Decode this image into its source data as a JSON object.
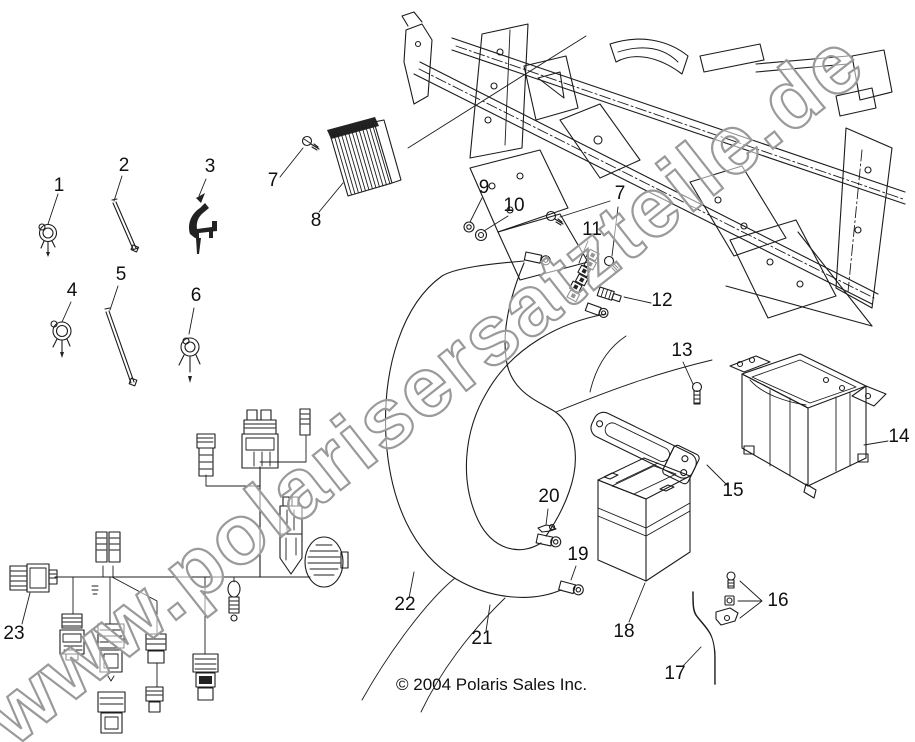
{
  "page": {
    "background": "#ffffff"
  },
  "diagram": {
    "watermark": "www.polarisersatzteile.de",
    "copyright": "© 2004 Polaris Sales Inc.",
    "line_color": "#1c1c1c",
    "watermark_stroke": "#9a9a9a"
  },
  "callouts": [
    {
      "label": "1"
    },
    {
      "label": "2"
    },
    {
      "label": "3"
    },
    {
      "label": "4"
    },
    {
      "label": "5"
    },
    {
      "label": "6"
    },
    {
      "label": "7"
    },
    {
      "label": "7"
    },
    {
      "label": "8"
    },
    {
      "label": "9"
    },
    {
      "label": "10"
    },
    {
      "label": "11"
    },
    {
      "label": "12"
    },
    {
      "label": "13"
    },
    {
      "label": "14"
    },
    {
      "label": "15"
    },
    {
      "label": "16"
    },
    {
      "label": "17"
    },
    {
      "label": "18"
    },
    {
      "label": "19"
    },
    {
      "label": "20"
    },
    {
      "label": "21"
    },
    {
      "label": "22"
    },
    {
      "label": "23"
    }
  ]
}
